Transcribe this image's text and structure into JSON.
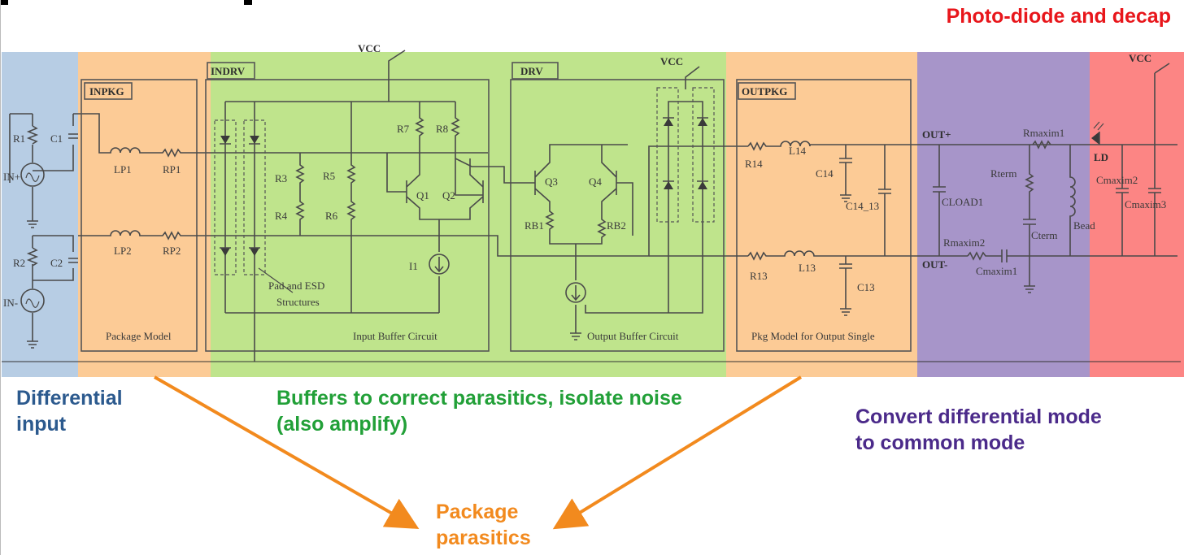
{
  "header": {
    "top_right_title": "Photo-diode and decap"
  },
  "regions": {
    "inpkg": {
      "title": "INPKG",
      "caption": "Package Model"
    },
    "indrv": {
      "title": "INDRV",
      "caption": "Input Buffer Circuit",
      "note_line1": "Pad and ESD",
      "note_line2": "Structures"
    },
    "drv": {
      "title": "DRV",
      "caption": "Output Buffer Circuit"
    },
    "outpkg": {
      "title": "OUTPKG",
      "caption": "Pkg Model for Output Single"
    }
  },
  "components": {
    "vcc": "VCC",
    "r1": "R1",
    "c1": "C1",
    "in_p": "IN+",
    "r2": "R2",
    "c2": "C2",
    "in_n": "IN-",
    "lp1": "LP1",
    "rp1": "RP1",
    "lp2": "LP2",
    "rp2": "RP2",
    "r3": "R3",
    "r4": "R4",
    "r5": "R5",
    "r6": "R6",
    "r7": "R7",
    "r8": "R8",
    "q1": "Q1",
    "q2": "Q2",
    "i1": "I1",
    "q3": "Q3",
    "q4": "Q4",
    "rb1": "RB1",
    "rb2": "RB2",
    "r14": "R14",
    "l14": "L14",
    "c14": "C14",
    "c14_13": "C14_13",
    "r13": "R13",
    "l13": "L13",
    "c13": "C13",
    "out_p": "OUT+",
    "out_n": "OUT-",
    "cload": "CLOAD1",
    "rmaxim1": "Rmaxim1",
    "rterm": "Rterm",
    "cterm": "Cterm",
    "rmaxim2": "Rmaxim2",
    "cmaxim1": "Cmaxim1",
    "bead": "Bead",
    "ld": "LD",
    "cmaxim2": "Cmaxim2",
    "cmaxim3": "Cmaxim3"
  },
  "annotations": {
    "differential_input_line1": "Differential",
    "differential_input_line2": "input",
    "buffers_line1": "Buffers to correct parasitics, isolate noise",
    "buffers_line2": "(also amplify)",
    "convert_line1": "Convert differential mode",
    "convert_line2": "to common mode",
    "package_line1": "Package",
    "package_line2": "parasitics"
  },
  "colors": {
    "blue_region": "#b7cde4",
    "orange_region": "#fccb96",
    "green_region": "#bfe48c",
    "purple_region": "#a795c9",
    "red_region": "#fc8584",
    "title_red": "#e8161b",
    "text_blue": "#2c5a8e",
    "text_green": "#22a038",
    "text_purple": "#4b2a8a",
    "text_orange": "#f28a1e",
    "arrow_orange": "#f28a1e"
  }
}
